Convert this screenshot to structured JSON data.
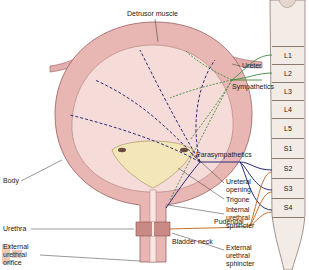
{
  "diagram": {
    "nodes": [
      {
        "text": [
          "L1"
        ]
      },
      {
        "text": [
          "L2"
        ]
      },
      {
        "text": [
          "L3"
        ]
      },
      {
        "text": [
          "L4"
        ]
      },
      {
        "text": [
          "L5"
        ]
      },
      {
        "text": [
          "S1"
        ]
      },
      {
        "text": [
          "S2"
        ]
      },
      {
        "text": [
          "S3"
        ]
      },
      {
        "text": [
          "S4"
        ]
      }
    ],
    "labels": [
      "Detrusor muscle",
      "Ureter",
      "Sympathetics",
      "Body",
      "Parasympathetics",
      "Ureteral opening",
      "Trigone",
      "Internal urethral sphincter",
      "Bladder neck",
      "Urethra",
      "Pudendal",
      "External urethral sphincter",
      "External urethral orifice"
    ]
  }
}
